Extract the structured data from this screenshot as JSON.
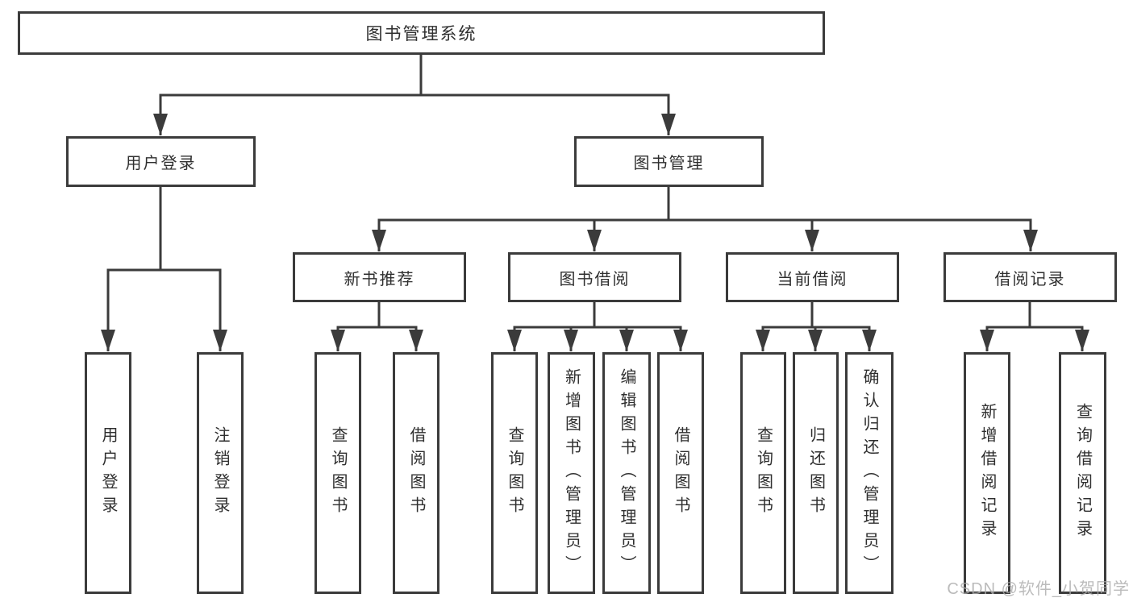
{
  "diagram": {
    "root": {
      "label": "图书管理系统"
    },
    "branches": [
      {
        "label": "用户登录",
        "children": [
          {
            "label": "用户登录"
          },
          {
            "label": "注销登录"
          }
        ]
      },
      {
        "label": "图书管理",
        "children": [
          {
            "label": "新书推荐",
            "children": [
              {
                "label": "查询图书"
              },
              {
                "label": "借阅图书"
              }
            ]
          },
          {
            "label": "图书借阅",
            "children": [
              {
                "label": "查询图书"
              },
              {
                "label": "新增图书（管理员）"
              },
              {
                "label": "编辑图书（管理员）"
              },
              {
                "label": "借阅图书"
              }
            ]
          },
          {
            "label": "当前借阅",
            "children": [
              {
                "label": "查询图书"
              },
              {
                "label": "归还图书"
              },
              {
                "label": "确认归还（管理员）"
              }
            ]
          },
          {
            "label": "借阅记录",
            "children": [
              {
                "label": "新增借阅记录"
              },
              {
                "label": "查询借阅记录"
              }
            ]
          }
        ]
      }
    ]
  },
  "watermark": {
    "text": "CSDN @软件_小贺同学"
  },
  "colors": {
    "line": "#3b3b3b",
    "box_border": "#3b3b3b",
    "box_fill": "#ffffff",
    "text": "#2f2f2f",
    "watermark": "#acacac",
    "background": "#ffffff"
  }
}
